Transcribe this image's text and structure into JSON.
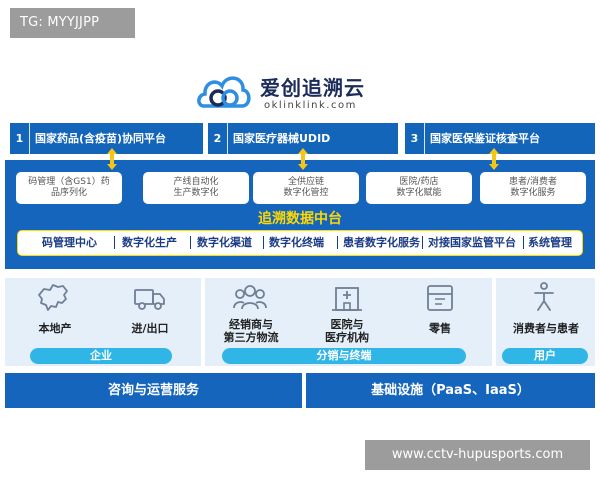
{
  "watermark_top": "TG: MYYJJPP",
  "watermark_bottom": "www.cctv-hupusports.com",
  "logo": {
    "name": "爱创追溯云",
    "url": "oklinklink.com",
    "icon": "cloud-loop-icon"
  },
  "platforms": [
    {
      "num": "1",
      "label": "国家药品(含疫苗)协同平台"
    },
    {
      "num": "2",
      "label": "国家医疗器械UDID"
    },
    {
      "num": "3",
      "label": "国家医保鉴证核查平台"
    }
  ],
  "hub": {
    "title": "追溯数据中台",
    "functions": [
      {
        "line1": "码管理（含GS1）药",
        "line2": "品序列化"
      },
      {
        "line1": "产线自动化",
        "line2": "生产数字化"
      },
      {
        "line1": "全供应链",
        "line2": "数字化管控"
      },
      {
        "line1": "医院/药店",
        "line2": "数字化赋能"
      },
      {
        "line1": "患者/消费者",
        "line2": "数字化服务"
      }
    ],
    "capabilities": [
      "码管理中心",
      "数字化生产",
      "数字化渠道",
      "数字化终端",
      "患者数字化服务",
      "对接国家监管平台",
      "系统管理"
    ]
  },
  "segments": {
    "enterprise": {
      "label": "企业",
      "items": [
        {
          "line1": "本地产",
          "line2": "",
          "icon": "china-map-icon"
        },
        {
          "line1": "进/出口",
          "line2": "",
          "icon": "truck-icon"
        }
      ]
    },
    "distribution": {
      "label": "分销与终端",
      "items": [
        {
          "line1": "经销商与",
          "line2": "第三方物流",
          "icon": "people-group-icon"
        },
        {
          "line1": "医院与",
          "line2": "医疗机构",
          "icon": "hospital-icon"
        },
        {
          "line1": "零售",
          "line2": "",
          "icon": "store-icon"
        }
      ]
    },
    "user": {
      "label": "用户",
      "items": [
        {
          "line1": "消费者与患者",
          "line2": "",
          "icon": "accessibility-icon"
        }
      ]
    }
  },
  "bottom": [
    {
      "label": "咨询与运营服务"
    },
    {
      "label": "基础设施（PaaS、IaaS）"
    }
  ],
  "colors": {
    "primary_blue": "#1565bd",
    "accent_yellow": "#ffd800",
    "pill_cyan": "#30b6e6",
    "panel_bg": "#e4eff9"
  }
}
